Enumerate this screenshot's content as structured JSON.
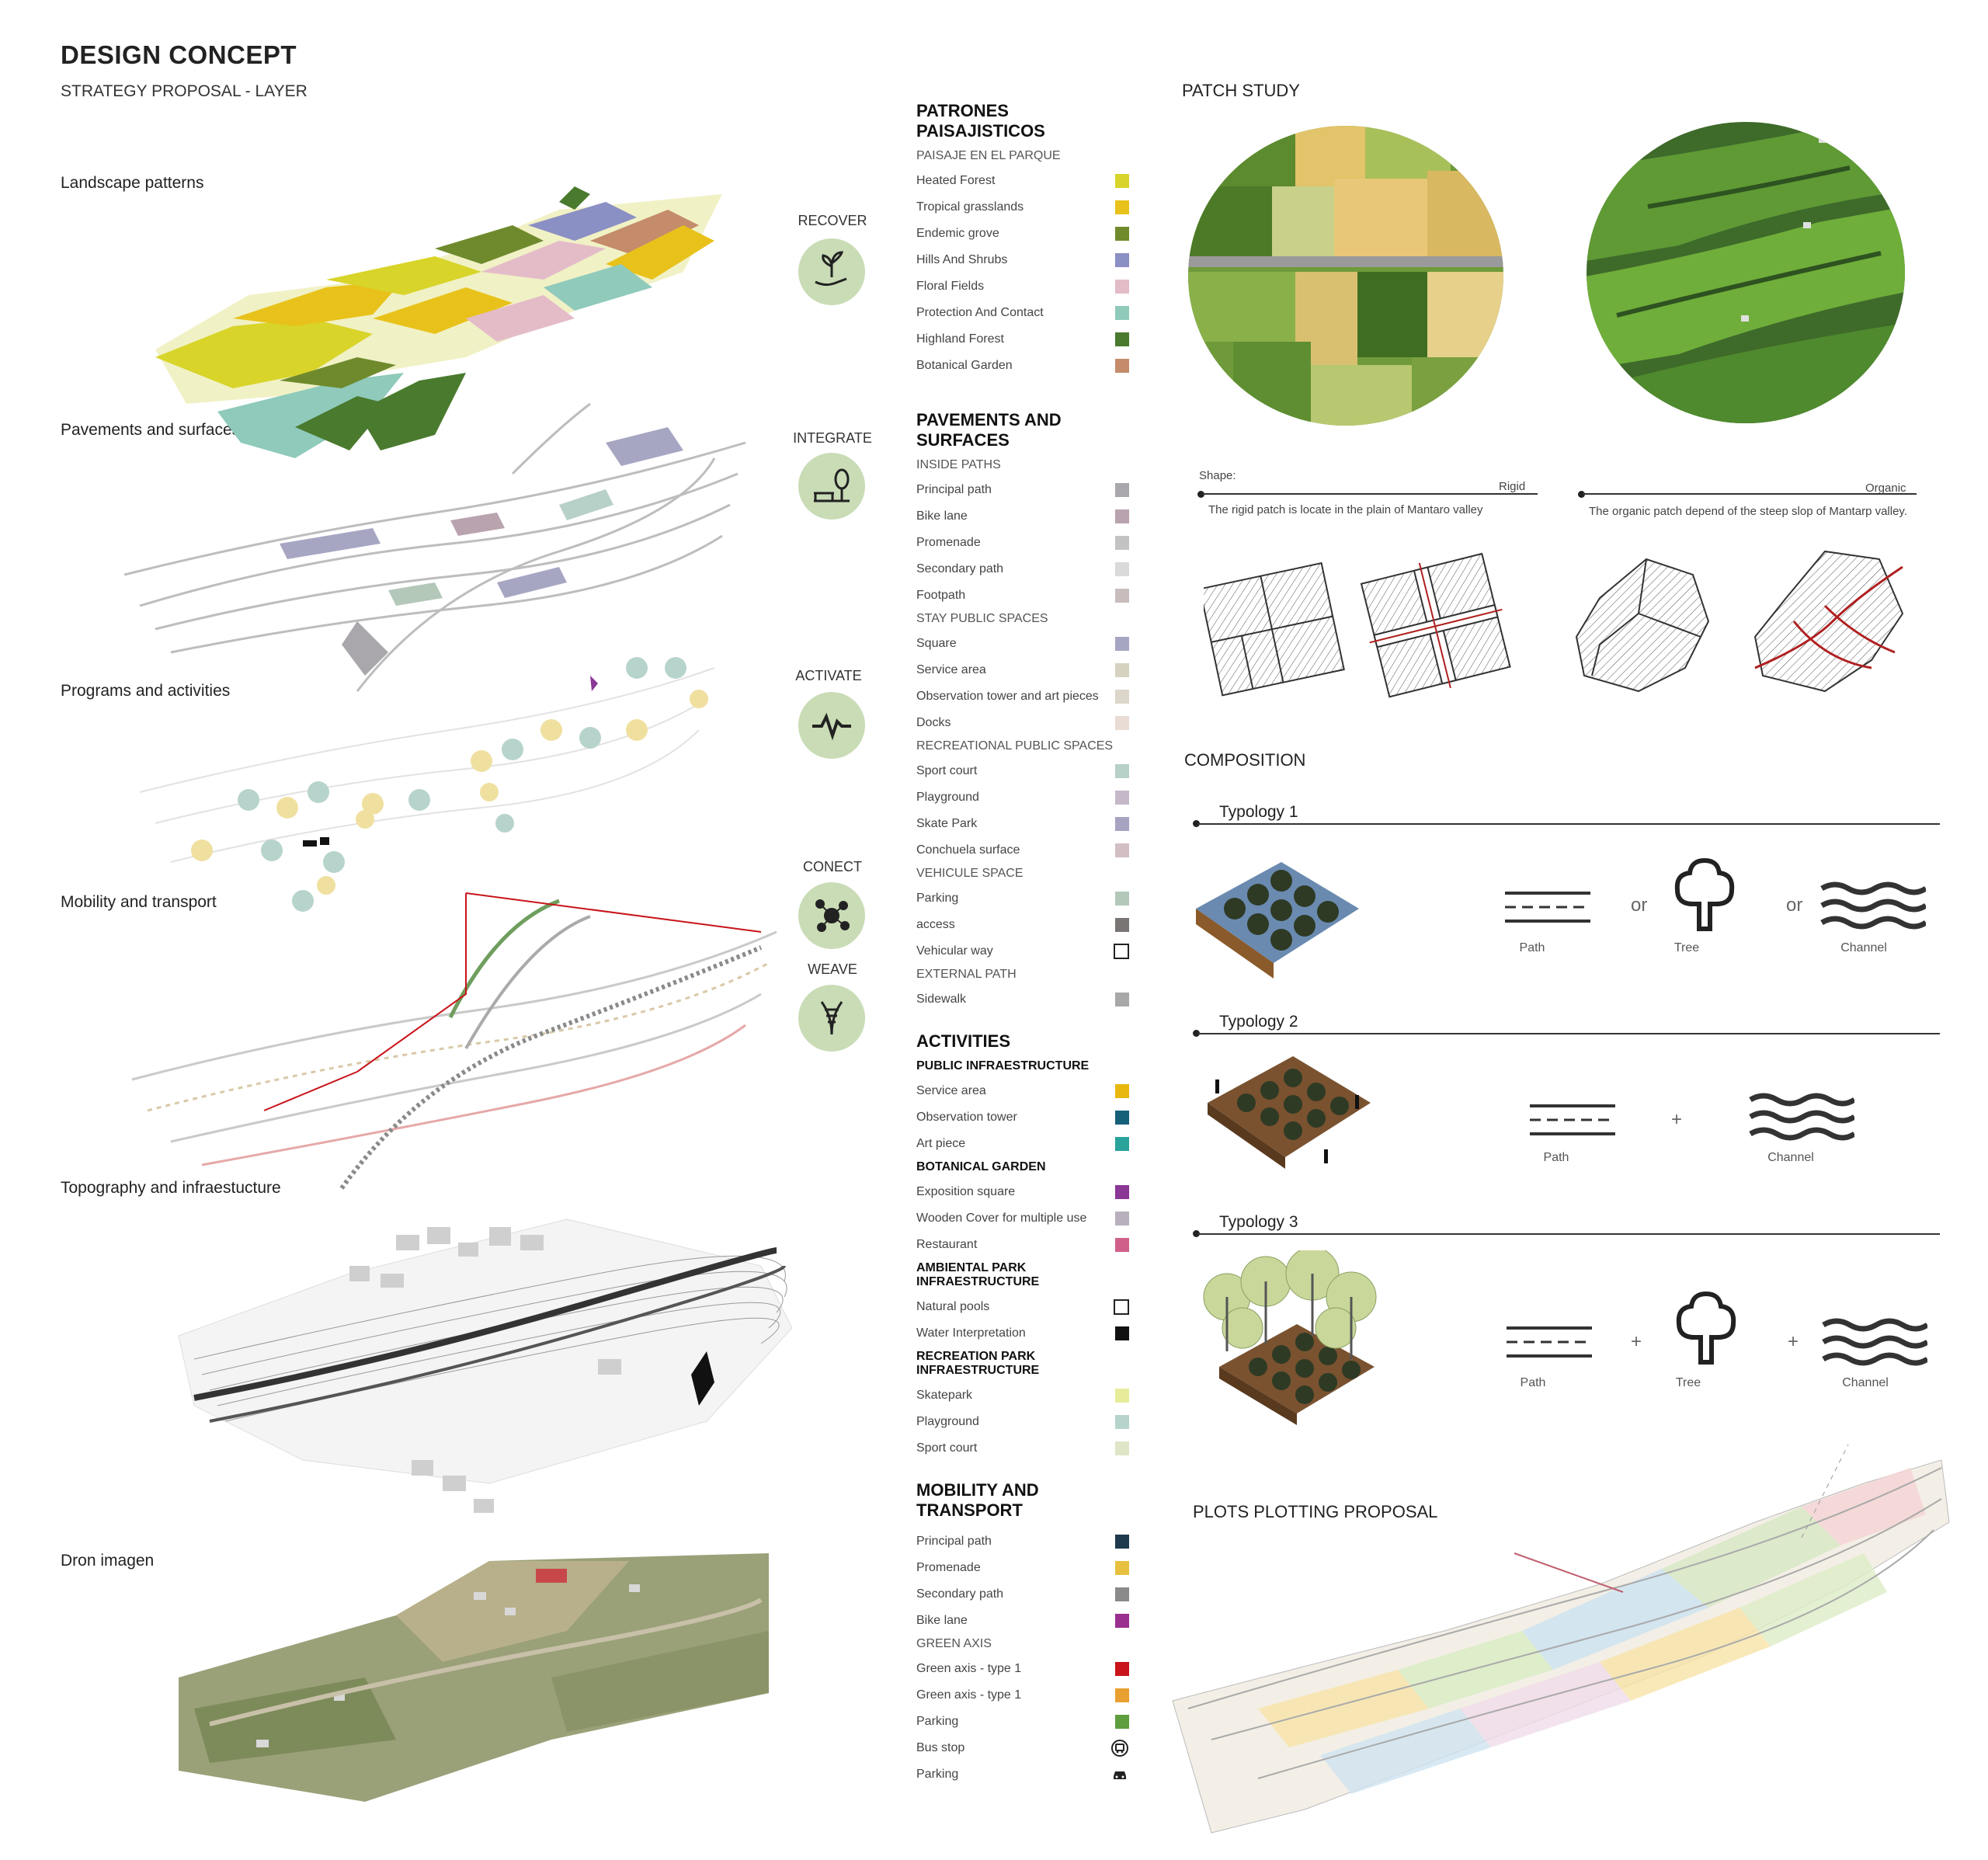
{
  "header": {
    "title": "DESIGN CONCEPT",
    "subtitle": "STRATEGY PROPOSAL - LAYER"
  },
  "layers": [
    {
      "label": "Landscape patterns"
    },
    {
      "label": "Pavements and surfaces"
    },
    {
      "label": "Programs and activities"
    },
    {
      "label": "Mobility and transport"
    },
    {
      "label": "Topography and infraestucture"
    },
    {
      "label": "Dron imagen"
    }
  ],
  "strategies": [
    {
      "label": "RECOVER",
      "icon": "sprout-hand-icon"
    },
    {
      "label": "INTEGRATE",
      "icon": "tree-bench-icon"
    },
    {
      "label": "ACTIVATE",
      "icon": "pulse-icon"
    },
    {
      "label": "CONECT",
      "icon": "network-icon"
    },
    {
      "label": "WEAVE",
      "icon": "weave-icon"
    }
  ],
  "legend": {
    "landscape": {
      "title": "PATRONES PAISAJISTICOS",
      "subtitle": "PAISAJE EN EL PARQUE",
      "items": [
        {
          "label": "Heated Forest",
          "color": "#d8d42a"
        },
        {
          "label": "Tropical grasslands",
          "color": "#e8c21a"
        },
        {
          "label": "Endemic grove",
          "color": "#6f8a2c"
        },
        {
          "label": "Hills And Shrubs",
          "color": "#8a8fc4"
        },
        {
          "label": "Floral Fields",
          "color": "#e4bcc8"
        },
        {
          "label": "Protection And Contact",
          "color": "#8fcabb"
        },
        {
          "label": "Highland Forest",
          "color": "#4a7a2e"
        },
        {
          "label": "Botanical Garden",
          "color": "#c48c6a"
        }
      ]
    },
    "pavements": {
      "title": "PAVEMENTS AND SURFACES",
      "groups": [
        {
          "subtitle": "INSIDE PATHS",
          "items": [
            {
              "label": "Principal path",
              "color": "#a9a7ac"
            },
            {
              "label": "Bike lane",
              "color": "#b9a3ae"
            },
            {
              "label": "Promenade",
              "color": "#c3c3c3"
            },
            {
              "label": "Secondary path",
              "color": "#dadada"
            },
            {
              "label": "Footpath",
              "color": "#c9bcbc"
            }
          ]
        },
        {
          "subtitle": "STAY PUBLIC SPACES",
          "items": [
            {
              "label": "Square",
              "color": "#a7a6c2"
            },
            {
              "label": "Service area",
              "color": "#d6d2c0"
            },
            {
              "label": "Observation tower and art pieces",
              "color": "#dcd6cb"
            },
            {
              "label": "Docks",
              "color": "#e9dcd4"
            }
          ]
        },
        {
          "subtitle": "RECREATIONAL PUBLIC SPACES",
          "items": [
            {
              "label": "Sport court",
              "color": "#b7d0c8"
            },
            {
              "label": "Playground",
              "color": "#c5b8c9"
            },
            {
              "label": "Skate Park",
              "color": "#a6a4c0"
            },
            {
              "label": "Conchuela surface",
              "color": "#d2bec3"
            }
          ]
        },
        {
          "subtitle": "VEHICULE SPACE",
          "items": [
            {
              "label": "Parking",
              "color": "#b3c8b9"
            },
            {
              "label": "access",
              "color": "#7a7575"
            },
            {
              "label": "Vehicular way",
              "color": "#ffffff",
              "hollow": true
            }
          ]
        },
        {
          "subtitle": "EXTERNAL PATH",
          "items": [
            {
              "label": "Sidewalk",
              "color": "#a8a8a8"
            }
          ]
        }
      ]
    },
    "activities": {
      "title": "ACTIVITIES",
      "groups": [
        {
          "subtitle": "PUBLIC INFRAESTRUCTURE",
          "items": [
            {
              "label": "Service area",
              "color": "#e8b80e"
            },
            {
              "label": "Observation tower",
              "color": "#17607a"
            },
            {
              "label": "Art piece",
              "color": "#2aa39a"
            }
          ]
        },
        {
          "subtitle": "BOTANICAL GARDEN",
          "items": [
            {
              "label": "Exposition square",
              "color": "#8a3796"
            },
            {
              "label": "Wooden Cover for multiple use",
              "color": "#b8b0bd"
            },
            {
              "label": "Restaurant",
              "color": "#d0608a"
            }
          ]
        },
        {
          "subtitle": "AMBIENTAL PARK INFRAESTRUCTURE",
          "items": [
            {
              "label": "Natural pools",
              "color": "#ffffff",
              "hollow": true
            },
            {
              "label": "Water Interpretation",
              "color": "#111111"
            }
          ]
        },
        {
          "subtitle": "RECREATION PARK INFRAESTRUCTURE",
          "items": [
            {
              "label": "Skatepark",
              "color": "#e6ec9a"
            },
            {
              "label": "Playground",
              "color": "#b7d4cc"
            },
            {
              "label": "Sport court",
              "color": "#dfe6c8"
            }
          ]
        }
      ]
    },
    "mobility": {
      "title": "MOBILITY AND TRANSPORT",
      "items": [
        {
          "label": "Principal path",
          "color": "#1f3a4c"
        },
        {
          "label": "Promenade",
          "color": "#e8c040"
        },
        {
          "label": "Secondary path",
          "color": "#8a8a8a"
        },
        {
          "label": "Bike lane",
          "color": "#9a2f8f"
        }
      ],
      "subtitle": "GREEN AXIS",
      "items2": [
        {
          "label": "Green axis - type 1",
          "color": "#c8141a"
        },
        {
          "label": "Green axis - type 1",
          "color": "#e8a030"
        },
        {
          "label": "Parking",
          "color": "#5f9e3e"
        },
        {
          "label": "Bus stop",
          "icon": "bus-stop-icon"
        },
        {
          "label": "Parking",
          "icon": "car-icon"
        }
      ]
    }
  },
  "patch_study": {
    "title": "PATCH STUDY",
    "shape_label": "Shape:",
    "rigid_label": "Rigid",
    "rigid_desc": "The rigid patch is locate in the plain of Mantaro valley",
    "organic_label": "Organic",
    "organic_desc": "The organic patch depend of the steep slop of Mantarp valley."
  },
  "composition": {
    "title": "COMPOSITION",
    "typologies": [
      {
        "label": "Typology 1",
        "elements": [
          "Path",
          "Tree",
          "Channel"
        ],
        "operator": "or"
      },
      {
        "label": "Typology 2",
        "elements": [
          "Path",
          "Channel"
        ],
        "operator": "+"
      },
      {
        "label": "Typology 3",
        "elements": [
          "Path",
          "Tree",
          "Channel"
        ],
        "operator": "+"
      }
    ]
  },
  "plots": {
    "title": "PLOTS PLOTTING PROPOSAL"
  }
}
